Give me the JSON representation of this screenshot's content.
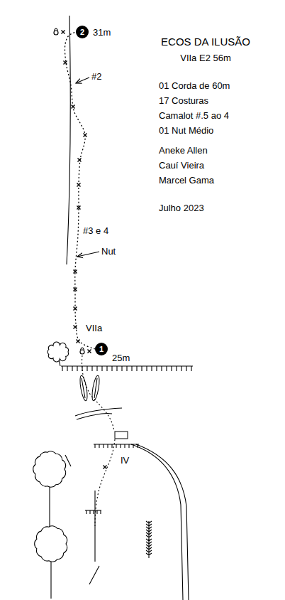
{
  "diagram": {
    "title": "ECOS DA ILUSÃO",
    "nodes": [
      {
        "text": [
          "2"
        ]
      },
      {
        "text": [
          "1"
        ]
      }
    ],
    "edges": [
      {
        "from": 1,
        "to": 0,
        "arrow": "none"
      }
    ],
    "labels": [
      "VIIa E2 56m",
      "01 Corda de 60m",
      "17 Costuras",
      "Camalot #.5 ao 4",
      "01 Nut Médio",
      "Aneke Allen",
      "Cauí Vieira",
      "Marcel Gama",
      "Julho 2023",
      "31m",
      "#2",
      "#3 e 4",
      "Nut",
      "VIIa",
      "25m",
      "IV"
    ]
  }
}
